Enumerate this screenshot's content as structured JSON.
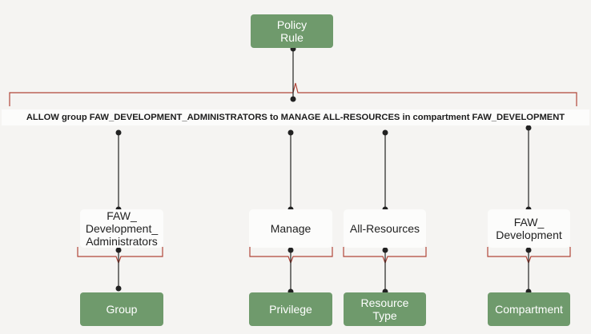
{
  "policy_rule": {
    "label": "Policy\nRule"
  },
  "statement": "ALLOW group FAW_DEVELOPMENT_ADMINISTRATORS to MANAGE ALL-RESOURCES in compartment FAW_DEVELOPMENT",
  "parts": [
    {
      "value": "FAW_\nDevelopment_\nAdministrators",
      "category": "Group"
    },
    {
      "value": "Manage",
      "category": "Privilege"
    },
    {
      "value": "All-Resources",
      "category": "Resource\nType"
    },
    {
      "value": "FAW_\nDevelopment",
      "category": "Compartment"
    }
  ],
  "colors": {
    "green_box": "#6f9a6c",
    "bracket": "#b0463a",
    "connector": "#222222",
    "background": "#f5f4f2"
  }
}
